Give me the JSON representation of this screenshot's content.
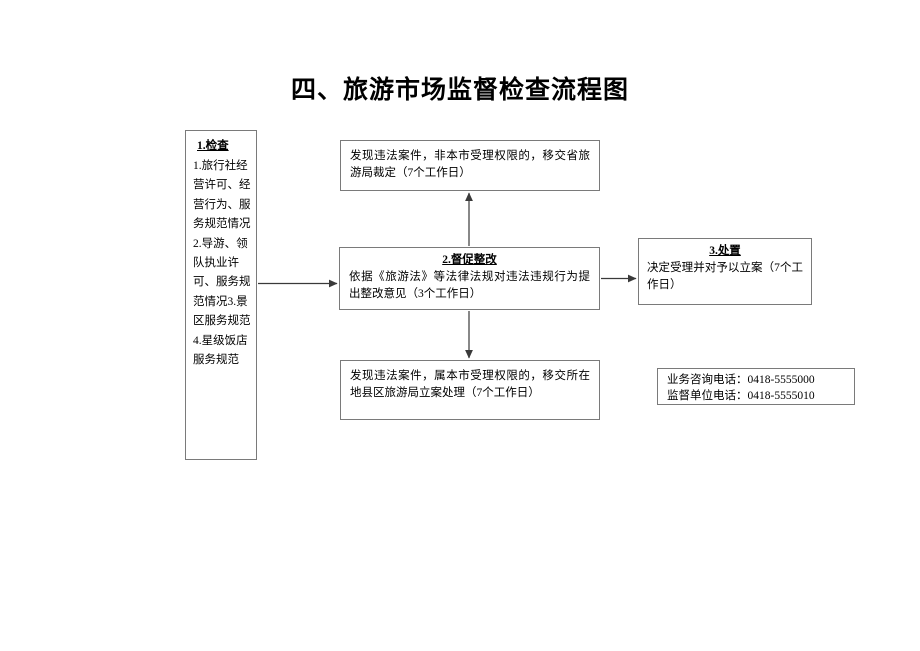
{
  "document": {
    "title": "四、旅游市场监督检查流程图"
  },
  "flowchart": {
    "type": "process-flow-diagram",
    "nodes": {
      "inspection": {
        "step_label": "1.检查",
        "body": "1.旅行社经营许可、经营行为、服务规范情况2.导游、领队执业许可、服务规范情况3.景区服务规范4.星级饭店服务规范"
      },
      "transfer_province": {
        "body": "发现违法案件，非本市受理权限的，移交省旅游局裁定（7个工作日）"
      },
      "rectify": {
        "step_label": "2.督促整改",
        "body": "依据《旅游法》等法律法规对违法违规行为提出整改意见（3个工作日）"
      },
      "transfer_local": {
        "body": "发现违法案件，属本市受理权限的，移交所在地县区旅游局立案处理（7个工作日）"
      },
      "disposal": {
        "step_label": "3.处置",
        "body": "决定受理并对予以立案（7个工作日）"
      }
    },
    "contact": {
      "consultation_line": "业务咨询电话：0418-5555000",
      "supervision_line": "监督单位电话：0418-5555010"
    },
    "connectors": [
      {
        "name": "inspection-to-rectify",
        "from": "inspection",
        "to": "rectify",
        "direction": "right"
      },
      {
        "name": "rectify-to-transfer-province",
        "from": "rectify",
        "to": "transfer_province",
        "direction": "up"
      },
      {
        "name": "rectify-to-transfer-local",
        "from": "rectify",
        "to": "transfer_local",
        "direction": "down"
      },
      {
        "name": "rectify-to-disposal",
        "from": "rectify",
        "to": "disposal",
        "direction": "right"
      }
    ],
    "colors": {
      "border": "#7a7a7a",
      "arrow": "#3a3a3a",
      "text": "#000000",
      "background": "#ffffff"
    }
  }
}
